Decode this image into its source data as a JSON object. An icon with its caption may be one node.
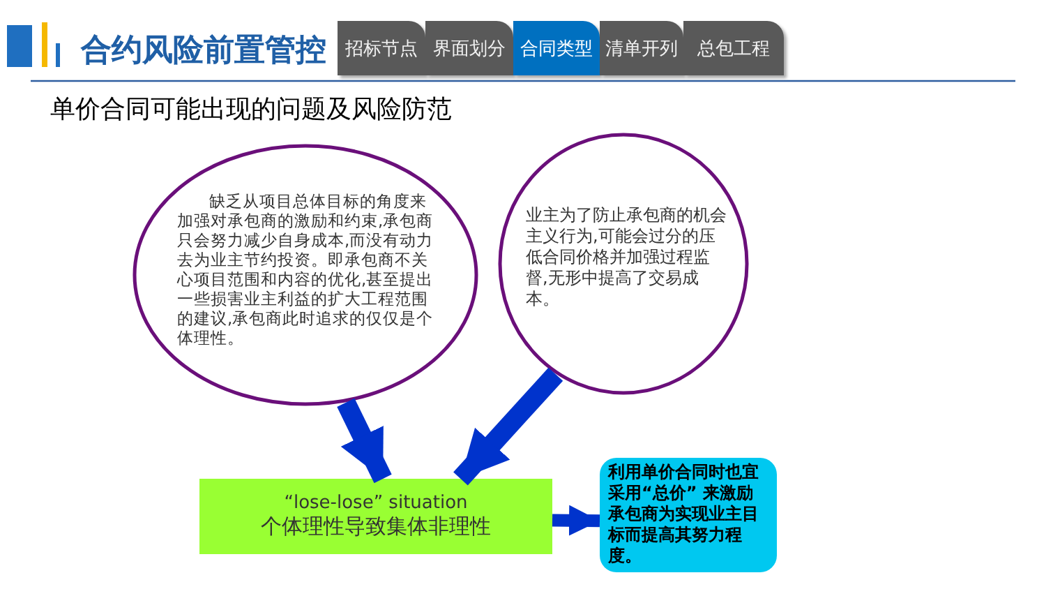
{
  "diagram": {
    "title": "合约风险前置管控",
    "nodes": [
      {
        "text": [
          "招标节点"
        ]
      },
      {
        "text": [
          "界面划分"
        ]
      },
      {
        "text": [
          "合同类型"
        ]
      },
      {
        "text": [
          "清单开列"
        ]
      },
      {
        "text": [
          "总包工程"
        ]
      },
      {
        "text": [
          "缺乏从项目总体目标的角度来加强对承包商的激励和约束,承包商只会努力减少自身成本,而没有动力去为业主节约投资。即承包商不关心项目范围和内容的优化,甚至提出一些损害业主利益的扩大工程范围的建议,承包商此时追求的仅仅是个体理性。"
        ]
      },
      {
        "text": [
          "业主为了防止承包商的机会主义行为,可能会过分的压低合同价格并加强过程监督,无形中提高了交易成本。"
        ]
      },
      {
        "text": [
          "“lose-lose” situation",
          "个体理性导致集体非理性"
        ]
      },
      {
        "text": [
          "利用单价合同时也宜采用“总价” 来激励承包商为实现业主目标而提高其努力程度。"
        ]
      }
    ],
    "edges": [
      {
        "from": 5,
        "to": 7,
        "arrow": "to"
      },
      {
        "from": 6,
        "to": 7,
        "arrow": "to"
      },
      {
        "from": 7,
        "to": 8,
        "arrow": "to"
      }
    ],
    "labels": [
      "单价合同可能出现的问题及风险防范"
    ]
  }
}
